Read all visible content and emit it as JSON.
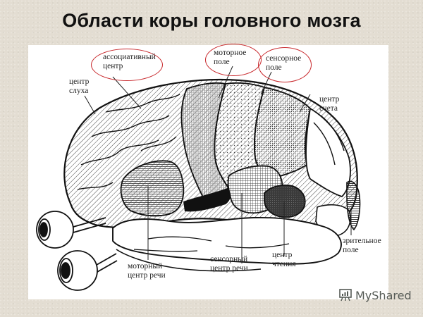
{
  "title": "Области коры головного мозга",
  "diagram": {
    "highlighted_labels": [
      {
        "id": "associative",
        "text": "ассоциативный\nцентр",
        "highlight_color": "#c8282c"
      },
      {
        "id": "motor_field",
        "text": "моторное\nполе",
        "highlight_color": "#c8282c"
      },
      {
        "id": "sensory_field",
        "text": "сенсорное\nполе",
        "highlight_color": "#c8282c"
      }
    ],
    "labels": {
      "hearing_center": "центр\nслуха",
      "counting_center": "центр\nсчета",
      "visual_field": "зрительное\nполе",
      "motor_speech": "моторный\nцентр речи",
      "sensory_speech": "сенсорный\nцентр речи",
      "reading_center": "центр\nчтения"
    }
  },
  "watermark": {
    "text": "MyShared",
    "icon": "presentation-board-icon"
  }
}
